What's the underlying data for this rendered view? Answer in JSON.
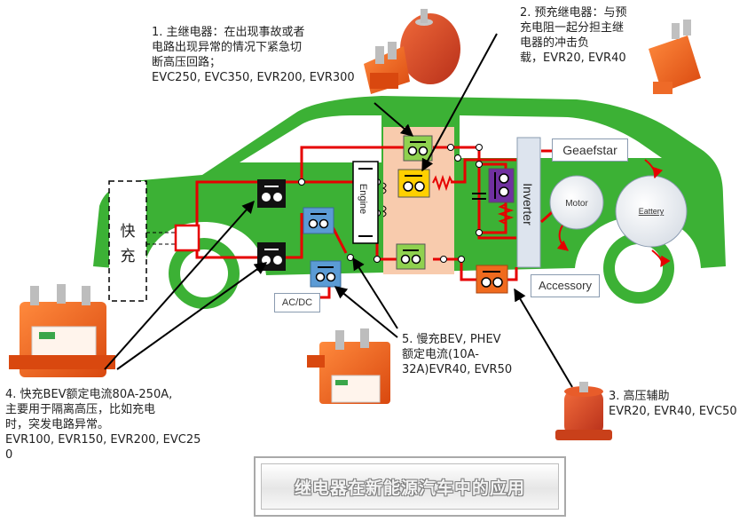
{
  "annotations": {
    "main_relay": "1. 主继电器：在出现事故或者\n电路出现异常的情况下紧急切\n断高压回路；\nEVC250, EVC350, EVR200, EVR300",
    "precharge_relay": "2. 预充继电器：与预\n充电阻一起分担主继\n电器的冲击负\n载，EVR20, EVR40",
    "hv_auxiliary": "3. 高压辅助\nEVR20, EVR40, EVC50",
    "fast_charge": "4. 快充BEV额定电流80A-250A,\n主要用于隔离高压，比如充电\n时，突发电路异常。\nEVR100, EVR150, EVR200, EVC25\n0",
    "slow_charge": "5. 慢充BEV, PHEV\n额定电流(10A-\n32A)EVR40, EVR50"
  },
  "components": {
    "generator": "Geaefstar",
    "inverter": "Inverter",
    "motor": "Motor",
    "battery": "Eattery",
    "accessory": "Accessory",
    "acdc": "AC/DC",
    "engine": "Engine",
    "fast_charge_port": "快\n充"
  },
  "title": "继电器在新能源汽车中的应用",
  "colors": {
    "car_body": "#3cb135",
    "wire": "#e60000",
    "relay_orange": "#f06a1e",
    "relay_green": "#8fd14f",
    "relay_blue": "#5b9bd5",
    "relay_yellow": "#ffd000",
    "relay_purple": "#7030a0",
    "relay_black": "#111111",
    "pcu_panel": "#f8cbad",
    "inverter_panel": "#dde4ee"
  }
}
